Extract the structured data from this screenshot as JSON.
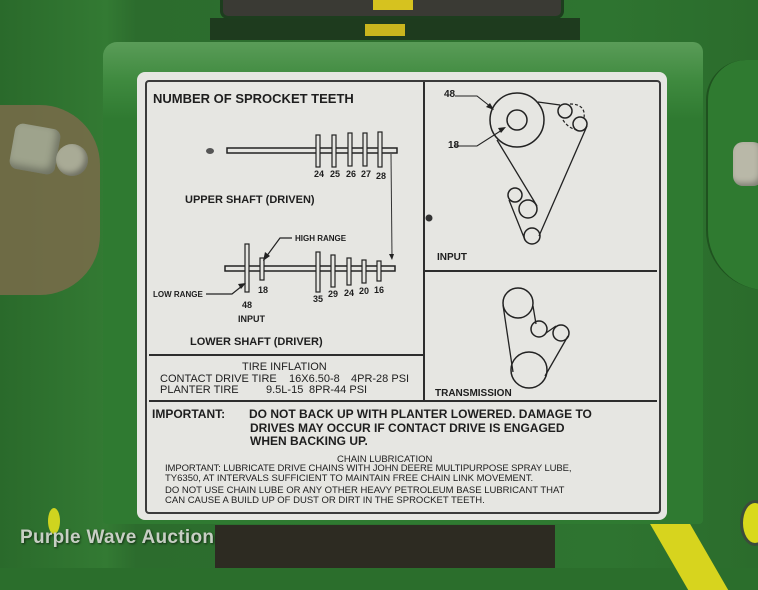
{
  "scene": {
    "description": "Green farm planter decal plate with sprocket and tire information",
    "colors": {
      "machine_green": "#2f7a31",
      "decal_background": "#e6e6e2",
      "text": "#1e1e1e",
      "accent_yellow": "#d7d41e"
    }
  },
  "decal": {
    "sprocket_section": {
      "title": "NUMBER OF SPROCKET TEETH",
      "upper_shaft": {
        "label": "UPPER SHAFT (DRIVEN)",
        "teeth": [
          "24",
          "25",
          "26",
          "27",
          "28"
        ]
      },
      "lower_shaft": {
        "label": "LOWER SHAFT (DRIVER)",
        "high_range_label": "HIGH RANGE",
        "low_range_label": "LOW RANGE",
        "input_label": "INPUT",
        "input_teeth": [
          "48",
          "18"
        ],
        "teeth": [
          "35",
          "29",
          "24",
          "20",
          "16"
        ]
      }
    },
    "input_diagram": {
      "label": "INPUT",
      "outer_label": "48",
      "inner_label": "18"
    },
    "transmission_diagram": {
      "label": "TRANSMISSION"
    },
    "tire_inflation": {
      "title": "TIRE INFLATION",
      "rows": [
        {
          "name": "CONTACT DRIVE TIRE",
          "size": "16X6.50-8",
          "rating": "4PR-28 PSI"
        },
        {
          "name": "PLANTER TIRE",
          "size": "9.5L-15",
          "rating": "8PR-44 PSI"
        }
      ]
    },
    "important_backup": {
      "prefix": "IMPORTANT:",
      "lines": [
        "DO NOT BACK UP WITH PLANTER LOWERED.  DAMAGE TO",
        "DRIVES MAY OCCUR IF CONTACT DRIVE IS ENGAGED",
        "WHEN BACKING UP."
      ]
    },
    "chain_lubrication": {
      "title": "CHAIN LUBRICATION",
      "lines": [
        "IMPORTANT:  LUBRICATE DRIVE CHAINS WITH JOHN DEERE MULTIPURPOSE SPRAY LUBE,",
        "TY6350, AT INTERVALS SUFFICIENT TO MAINTAIN FREE CHAIN LINK MOVEMENT.",
        "DO NOT USE CHAIN LUBE OR ANY OTHER HEAVY PETROLEUM BASE LUBRICANT THAT",
        "CAN CAUSE A BUILD UP OF DUST OR DIRT IN THE SPROCKET TEETH."
      ]
    }
  },
  "watermark": {
    "text": "Purple Wave Auction"
  }
}
